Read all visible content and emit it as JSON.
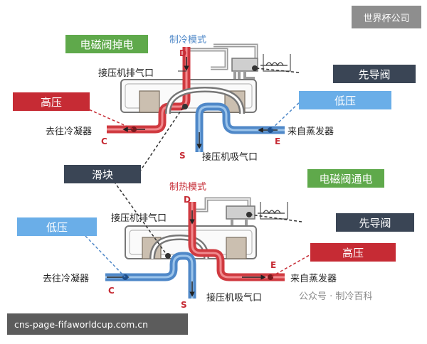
{
  "brand_tag": "世界杯公司",
  "url_text": "cns-page-fifaworldcup.com.cn",
  "watermark": "公众号 · 制冷百科",
  "colors": {
    "red": "#d03a40",
    "blue": "#4f88c8",
    "light_blue": "#6aaee8",
    "green": "#5fa94b",
    "dark": "#3a4555"
  },
  "top": {
    "mode": "制冷模式",
    "solenoid": "电磁阀掉电",
    "high_pressure": "高压",
    "low_pressure": "低压",
    "pilot_valve": "先导阀",
    "discharge": "接压机排气口",
    "suction": "接压机吸气口",
    "to_condenser": "去往冷凝器",
    "from_evaporator": "来自蒸发器",
    "port_d": "D",
    "port_c": "C",
    "port_s": "S",
    "port_e": "E"
  },
  "slider": "滑块",
  "bottom": {
    "mode": "制热模式",
    "solenoid": "电磁阀通电",
    "low_pressure": "低压",
    "high_pressure": "高压",
    "pilot_valve": "先导阀",
    "discharge": "接压机排气口",
    "suction": "接压机吸气口",
    "to_condenser": "去往冷凝器",
    "from_evaporator": "来自蒸发器",
    "port_d": "D",
    "port_c": "C",
    "port_s": "S",
    "port_e": "E"
  }
}
